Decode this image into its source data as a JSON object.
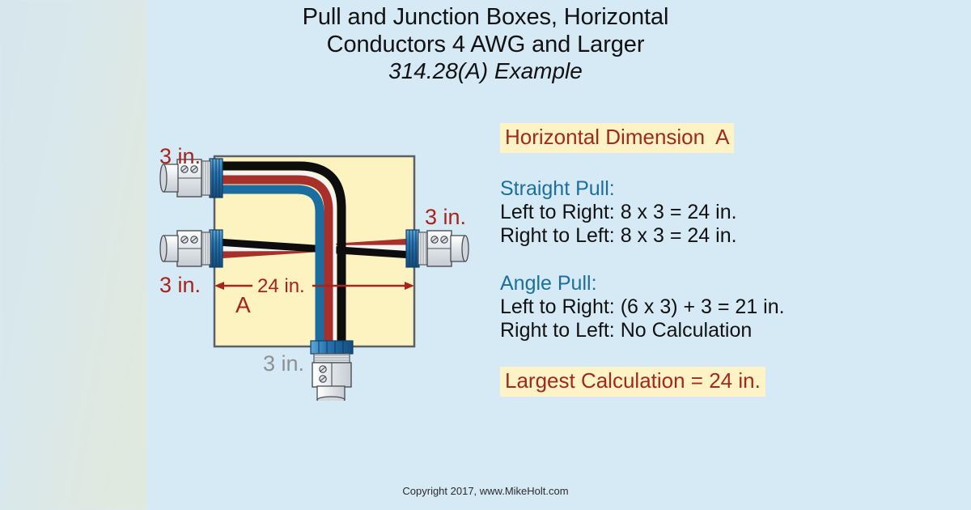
{
  "title": {
    "line1": "Pull and Junction Boxes, Horizontal",
    "line2": "Conductors 4 AWG and Larger",
    "line3": "314.28(A) Example"
  },
  "info_panel": {
    "heading": "Horizontal Dimension  A",
    "straight_pull": {
      "label": "Straight Pull:",
      "line1": "Left to Right: 8 x 3 = 24 in.",
      "line2": "Right to Left: 8 x 3 = 24 in."
    },
    "angle_pull": {
      "label": "Angle Pull:",
      "line1": "Left to Right: (6 x 3) + 3 = 21 in.",
      "line2": "Right to Left: No Calculation"
    },
    "result": "Largest Calculation = 24 in."
  },
  "diagram": {
    "labels": {
      "top_left_conduit": "3 in.",
      "right_conduit": "3 in.",
      "mid_left_conduit": "3 in.",
      "bottom_conduit": "3 in.",
      "dimension": "24 in.",
      "dimension_name": "A"
    },
    "colors": {
      "box_fill": "#fcf3c0",
      "box_border": "#5a6065",
      "background": "#d6eaf6",
      "wire_black": "#0d0d0d",
      "wire_red": "#a8302a",
      "wire_blue": "#1a6d9e",
      "wire_white": "#f4f4f4",
      "connector_body": "#e9ecef",
      "connector_outline": "#4a4f55",
      "locknut_blue": "#2a77b5",
      "label_red": "#a7231c",
      "label_gray": "#8c9095",
      "accent_teal": "#1c6f9c",
      "highlight_yellow": "#fdf3c6"
    }
  },
  "footer": {
    "copyright": "Copyright 2017, www.MikeHolt.com"
  }
}
